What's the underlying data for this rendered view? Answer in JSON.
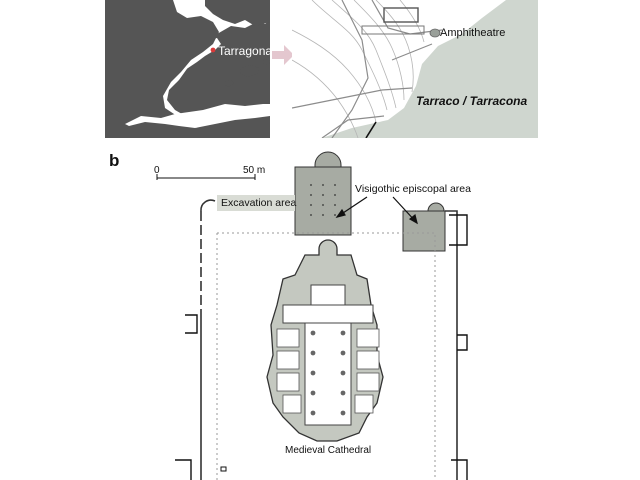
{
  "panel_a": {
    "map_label": "Tarragona",
    "city_labels": {
      "amphitheatre": "Amphitheatre",
      "city_name": "Tarraco / Tarracona"
    },
    "colors": {
      "land": "#555555",
      "sea": "#ffffff",
      "coast_sea": "#cfd6cf",
      "city_marker": "#d93a3a",
      "arrow": "#e4c7cf"
    }
  },
  "panel_b": {
    "panel_letter": "b",
    "scale_zero": "0",
    "scale_max": "50 m",
    "labels": {
      "excavation": "Excavation area",
      "visigothic": "Visigothic episcopal area",
      "cathedral": "Medieval Cathedral"
    },
    "colors": {
      "excavation_fill": "#a7aba3",
      "cathedral_fill": "#c4c8c0",
      "wall": "#333333"
    }
  }
}
